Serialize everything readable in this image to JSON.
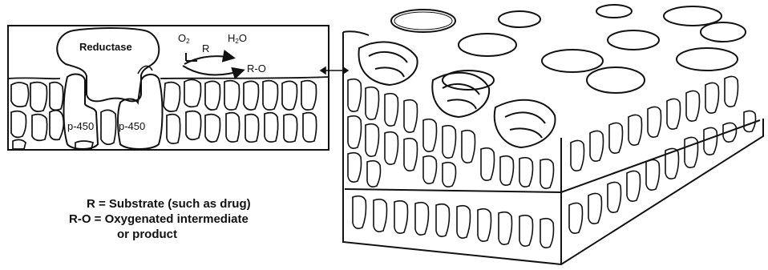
{
  "diagram": {
    "labels": {
      "reductase": "Reductase",
      "p450_left": "p-450",
      "p450_right": "p-450",
      "oxygen": "O",
      "oxygen_subscript": "2",
      "substrate": "R",
      "water": "H",
      "water_subscript": "2",
      "water_tail": "O",
      "product": "R-O"
    },
    "legend": {
      "line1": "R = Substrate (such as drug)",
      "line2": "R-O = Oxygenated intermediate",
      "line3": "or product"
    }
  }
}
